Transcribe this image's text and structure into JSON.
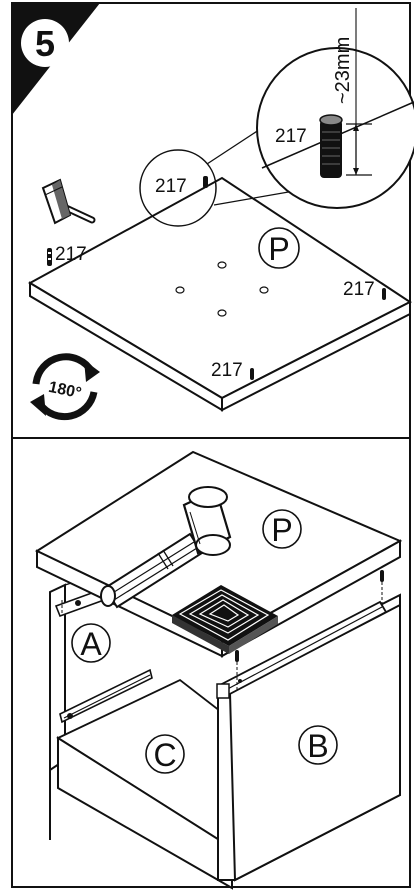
{
  "step": {
    "number": "5"
  },
  "top_panel": {
    "part_label": "P",
    "dowel_labels": [
      "217",
      "217",
      "217",
      "217"
    ],
    "zoom": {
      "part_code": "217",
      "depth": "~23mm"
    },
    "rotate_badge": "180°"
  },
  "bottom_panel": {
    "part_labels": {
      "top": "P",
      "side_left": "A",
      "side_right": "B",
      "bottom": "C"
    }
  }
}
